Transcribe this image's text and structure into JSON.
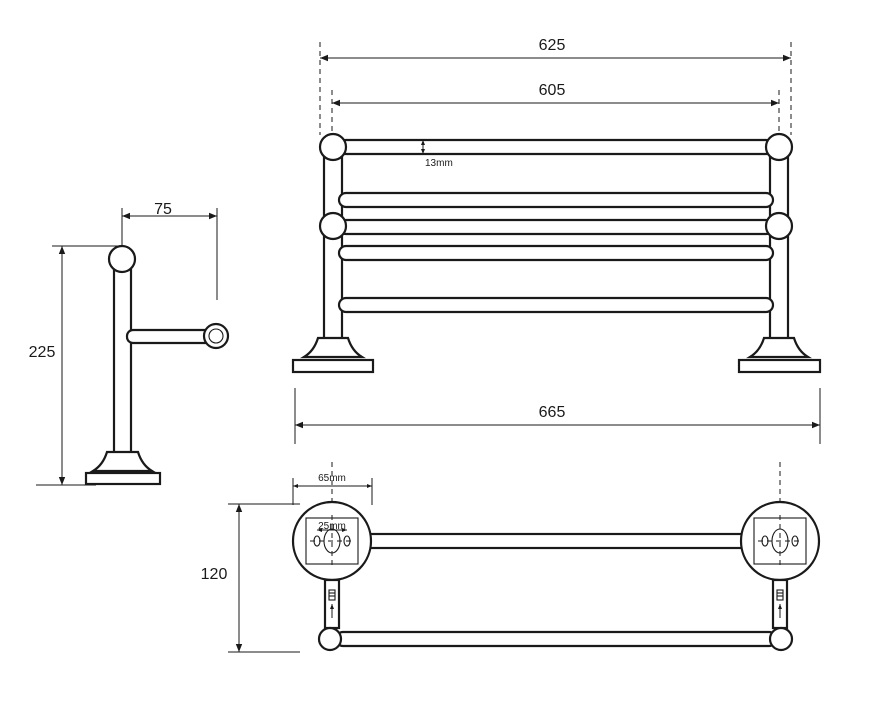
{
  "dimensions": {
    "overall_width_top": "625",
    "inner_width_top": "605",
    "rail_diameter": "13mm",
    "side_depth": "75",
    "side_height": "225",
    "base_width": "665",
    "mount_diameter": "65mm",
    "hole_spacing": "25mm",
    "plan_depth": "120"
  },
  "colors": {
    "line": "#1a1a1a",
    "background": "#ffffff"
  }
}
